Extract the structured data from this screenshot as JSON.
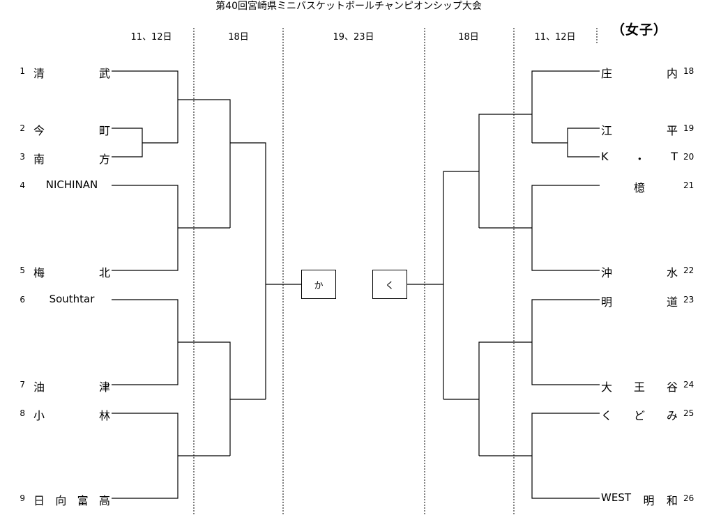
{
  "title": "第40回宮崎県ミニバスケットボールチャンピオンシップ大会",
  "category": "（女子）",
  "days": {
    "left_r1": "11、12日",
    "left_r2": "18日",
    "center": "19、23日",
    "right_r2": "18日",
    "right_r1": "11、12日"
  },
  "finals": {
    "left": "か",
    "right": "く"
  },
  "left_teams": [
    {
      "num": "1",
      "name": "清武"
    },
    {
      "num": "2",
      "name": "今町"
    },
    {
      "num": "3",
      "name": "南方"
    },
    {
      "num": "4",
      "name": "NICHINAN"
    },
    {
      "num": "5",
      "name": "梅北"
    },
    {
      "num": "6",
      "name": "Southtar"
    },
    {
      "num": "7",
      "name": "油津"
    },
    {
      "num": "8",
      "name": "小林"
    },
    {
      "num": "9",
      "name": "日向富高"
    }
  ],
  "right_teams": [
    {
      "num": "18",
      "name": "庄内"
    },
    {
      "num": "19",
      "name": "江平"
    },
    {
      "num": "20",
      "name": "K・T"
    },
    {
      "num": "21",
      "name": "檍"
    },
    {
      "num": "22",
      "name": "沖水"
    },
    {
      "num": "23",
      "name": "明道"
    },
    {
      "num": "24",
      "name": "大王谷"
    },
    {
      "num": "25",
      "name": "くどみ"
    },
    {
      "num": "26",
      "name": "WEST 明和"
    }
  ]
}
